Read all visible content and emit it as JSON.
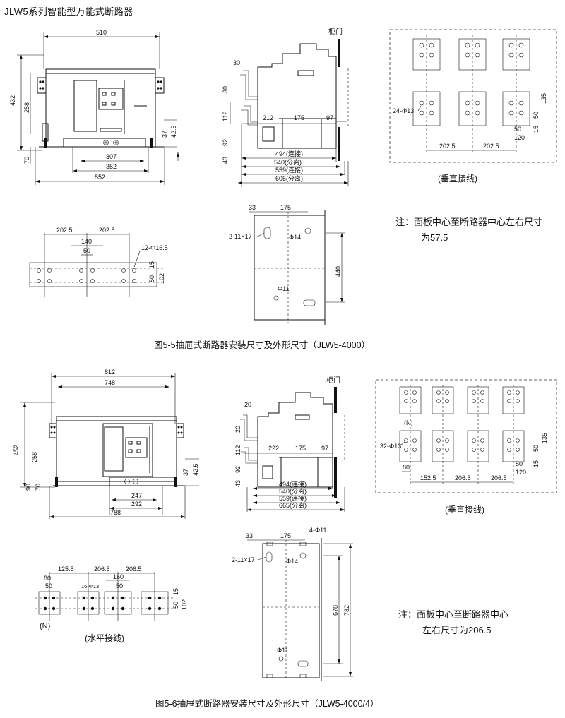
{
  "header": {
    "title": "JLW5系列智能型万能式断路器"
  },
  "fig1": {
    "caption": "图5-5抽屉式断路器安装尺寸及外形尺寸（JLW5-4000）",
    "front": {
      "w510": "510",
      "h432": "432",
      "h258": "258",
      "h70": "70",
      "h37": "37",
      "h42": "42.5",
      "w307": "307",
      "w352": "352",
      "w552": "552"
    },
    "side": {
      "door": "柜门",
      "d30a": "30",
      "d30b": "30",
      "d112": "112",
      "d92": "92",
      "d43": "43",
      "d212": "212",
      "d175": "175",
      "d97": "97",
      "d494": "494(连接)",
      "d540": "540(分离)",
      "d559": "559(连接)",
      "d605": "605(分离)"
    },
    "vert": {
      "holes": "24-Φ13",
      "d135": "135",
      "d50": "50",
      "d15": "15",
      "d50b": "50",
      "d120": "120",
      "d2025a": "202.5",
      "d2025b": "202.5",
      "label": "(垂直接线)"
    },
    "horiz": {
      "d2025a": "202.5",
      "d2025b": "202.5",
      "d140": "140",
      "d50": "50",
      "holes": "12-Φ16.5",
      "d15": "15",
      "d50b": "50",
      "d102": "102"
    },
    "panel": {
      "d33": "33",
      "d175": "175",
      "slot": "2-11×17",
      "phi14": "Φ14",
      "phi11": "Φ11",
      "d440": "440"
    },
    "note": [
      "注：面板中心至断路器中心左右尺寸",
      "为57.5"
    ]
  },
  "fig2": {
    "caption": "图5-6抽屉式断路器安装尺寸及外形尺寸（JLW5-4000/4）",
    "front": {
      "w812": "812",
      "w748": "748",
      "h452": "452",
      "h258": "258",
      "h90": "90",
      "h70": "70",
      "h37": "37",
      "h42": "42.5",
      "w247": "247",
      "w292": "292",
      "w788": "788"
    },
    "side": {
      "door": "柜门",
      "d20a": "20",
      "d20b": "20",
      "d112": "112",
      "d92": "92",
      "d43": "43",
      "d222": "222",
      "d175": "175",
      "d97": "97",
      "d494": "494(连接)",
      "d540": "540(分离)",
      "d559": "559(连接)",
      "d665": "665(分离)"
    },
    "vert": {
      "n": "(N)",
      "holes": "32-Φ13",
      "d80": "80",
      "d1525": "152.5",
      "d2065a": "206.5",
      "d2065b": "206.5",
      "d135": "135",
      "d50": "50",
      "d15": "15",
      "d50b": "50",
      "d120": "120",
      "label": "(垂直接线)"
    },
    "horiz": {
      "d1255": "125.5",
      "d2065a": "206.5",
      "d2065b": "206.5",
      "d80": "80",
      "d160": "160",
      "d50a": "50",
      "d50b": "50",
      "holes": "16-Φ13",
      "d15": "15",
      "d50c": "50",
      "d102": "102",
      "n": "(N)",
      "label": "(水平接线)"
    },
    "panel": {
      "d33": "33",
      "d175": "175",
      "holes4": "4-Φ11",
      "slot": "2-11×17",
      "phi14": "Φ14",
      "phi11": "Φ11",
      "d678": "678",
      "d782": "782"
    },
    "note": [
      "注：面板中心至断路器中心",
      "左右尺寸为206.5"
    ]
  }
}
